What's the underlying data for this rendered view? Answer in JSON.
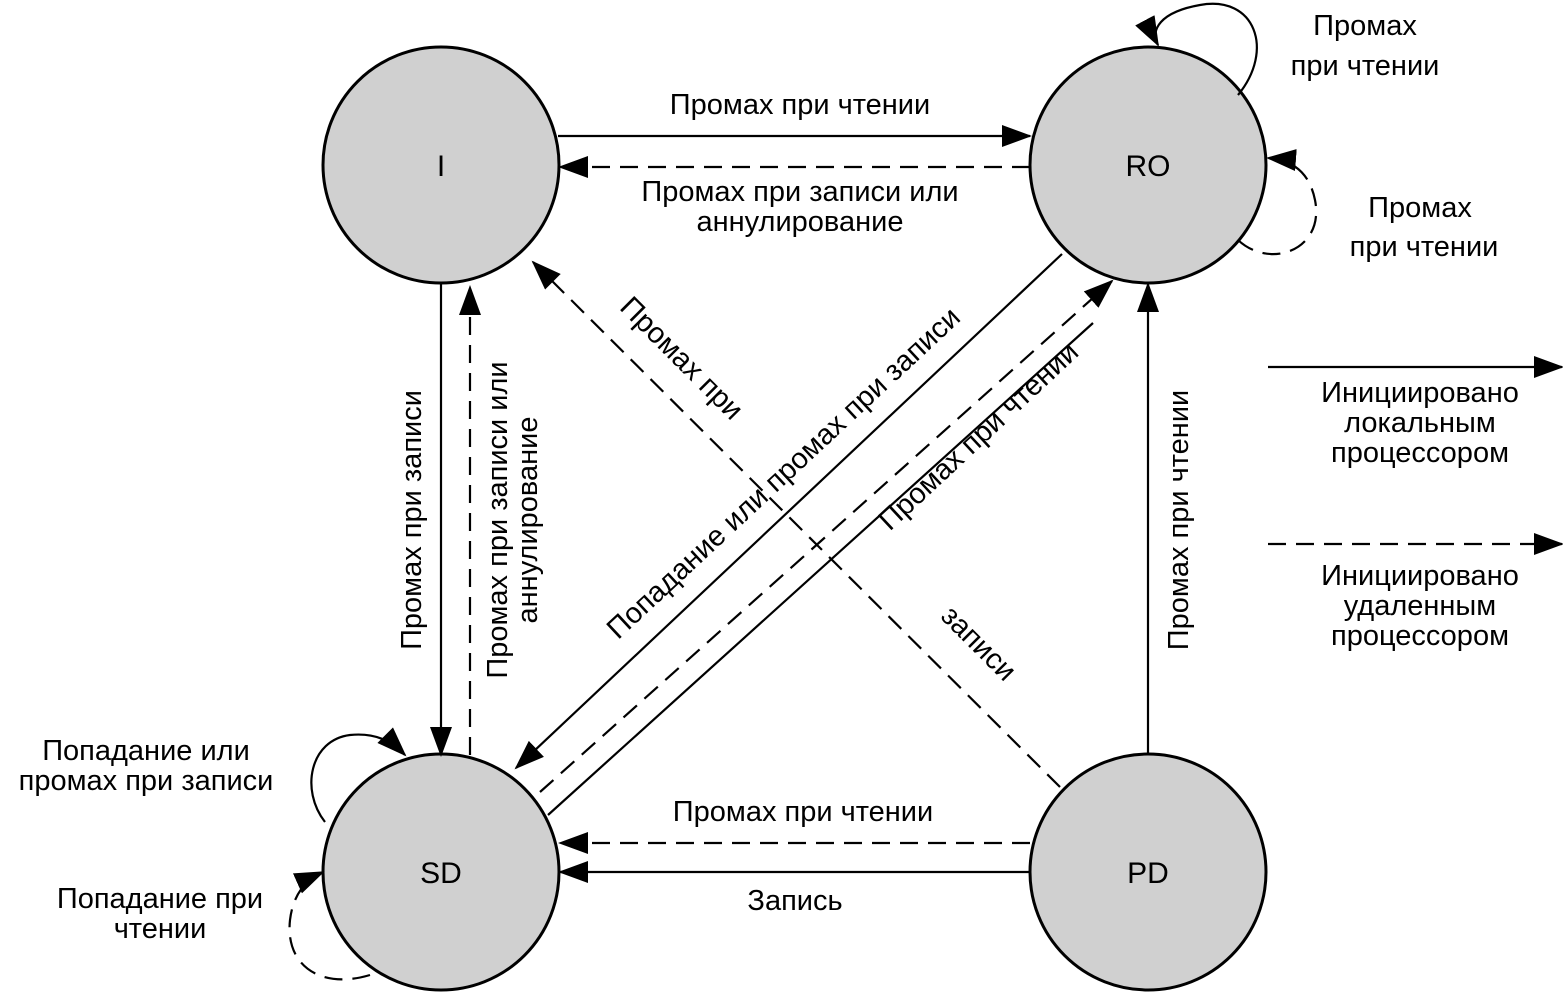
{
  "states": {
    "i": "I",
    "ro": "RO",
    "sd": "SD",
    "pd": "PD"
  },
  "transitions": {
    "i_to_ro": "Промах при чтении",
    "ro_to_i_line1": "Промах при записи или",
    "ro_to_i_line2": "аннулирование",
    "ro_self_top_line1": "Промах",
    "ro_self_top_line2": "при чтении",
    "ro_self_right_line1": "Промах",
    "ro_self_right_line2": "при чтении",
    "i_to_sd": "Промах при записи",
    "sd_to_i_line1": "Промах при записи или",
    "sd_to_i_line2": "аннулирование",
    "pd_to_i_part1": "Промах при",
    "pd_to_i_part2": "записи",
    "ro_to_sd": "Попадание или промах при записи",
    "sd_to_ro": "Промах при чтении",
    "pd_to_ro": "Промах при чтении",
    "pd_to_sd_dashed": "Промах при чтении",
    "pd_to_sd_solid": "Запись",
    "sd_self_top_line1": "Попадание или",
    "sd_self_top_line2": "промах при записи",
    "sd_self_left_line1": "Попадание при",
    "sd_self_left_line2": "чтении"
  },
  "legend": {
    "local_line1": "Инициировано",
    "local_line2": "локальным",
    "local_line3": "процессором",
    "remote_line1": "Инициировано",
    "remote_line2": "удаленным",
    "remote_line3": "процессором"
  },
  "colors": {
    "state_fill": "#d0d0d0",
    "stroke": "#000000",
    "background": "#ffffff"
  }
}
